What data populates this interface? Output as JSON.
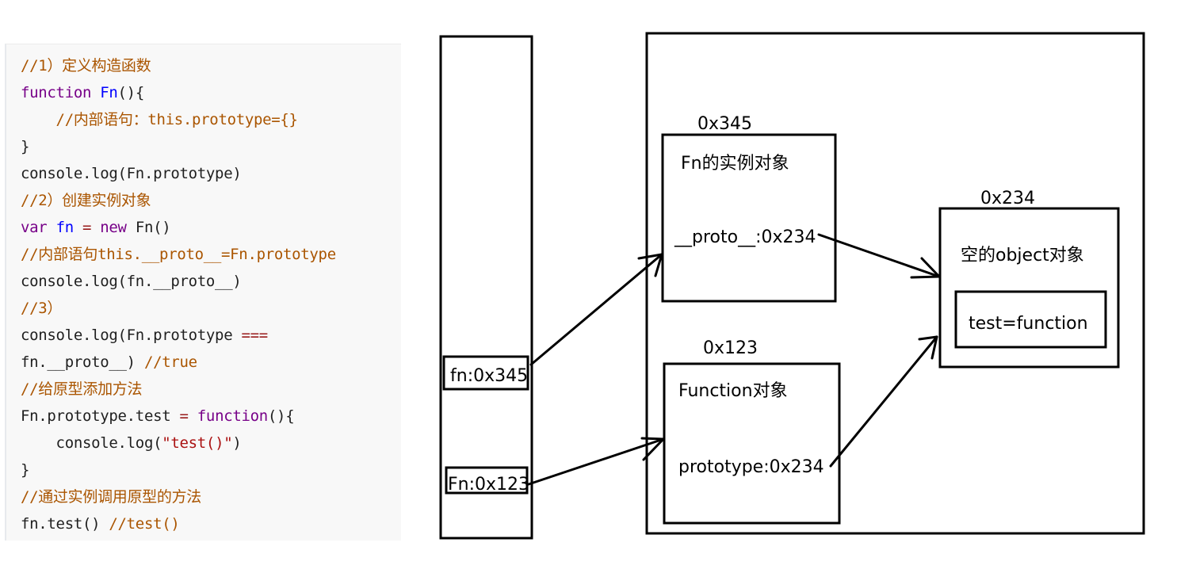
{
  "code": {
    "lines": [
      [
        {
          "t": "//1）定义构造函数",
          "c": "comment"
        }
      ],
      [
        {
          "t": "function",
          "c": "keyword"
        },
        {
          "t": " ",
          "c": "plain"
        },
        {
          "t": "Fn",
          "c": "def"
        },
        {
          "t": "(){",
          "c": "plain"
        }
      ],
      [
        {
          "t": "    //内部语句：this.prototype={}",
          "c": "comment"
        }
      ],
      [
        {
          "t": "}",
          "c": "plain"
        }
      ],
      [
        {
          "t": "console.log(Fn.prototype)",
          "c": "plain"
        }
      ],
      [
        {
          "t": "//2）创建实例对象",
          "c": "comment"
        }
      ],
      [
        {
          "t": "var",
          "c": "keyword"
        },
        {
          "t": " ",
          "c": "plain"
        },
        {
          "t": "fn",
          "c": "def"
        },
        {
          "t": " ",
          "c": "plain"
        },
        {
          "t": "=",
          "c": "op"
        },
        {
          "t": " ",
          "c": "plain"
        },
        {
          "t": "new",
          "c": "keyword"
        },
        {
          "t": " Fn()",
          "c": "plain"
        }
      ],
      [
        {
          "t": "//内部语句this.__proto__=Fn.prototype",
          "c": "comment"
        }
      ],
      [
        {
          "t": "console.log(fn.__proto__)",
          "c": "plain"
        }
      ],
      [
        {
          "t": "//3）",
          "c": "comment"
        }
      ],
      [
        {
          "t": "console.log(Fn.prototype ",
          "c": "plain"
        },
        {
          "t": "===",
          "c": "op"
        }
      ],
      [
        {
          "t": "fn.__proto__) ",
          "c": "plain"
        },
        {
          "t": "//true",
          "c": "comment"
        }
      ],
      [
        {
          "t": "//给原型添加方法",
          "c": "comment"
        }
      ],
      [
        {
          "t": "Fn.prototype.test ",
          "c": "plain"
        },
        {
          "t": "=",
          "c": "op"
        },
        {
          "t": " ",
          "c": "plain"
        },
        {
          "t": "function",
          "c": "keyword"
        },
        {
          "t": "(){",
          "c": "plain"
        }
      ],
      [
        {
          "t": "    console.log(",
          "c": "plain"
        },
        {
          "t": "\"test()\"",
          "c": "string"
        },
        {
          "t": ")",
          "c": "plain"
        }
      ],
      [
        {
          "t": "}",
          "c": "plain"
        }
      ],
      [
        {
          "t": "//通过实例调用原型的方法",
          "c": "comment"
        }
      ],
      [
        {
          "t": "fn.test() ",
          "c": "plain"
        },
        {
          "t": "//test()",
          "c": "comment"
        }
      ]
    ]
  },
  "diagram": {
    "stack": {
      "variables": [
        {
          "label": "fn:0x345"
        },
        {
          "label": "Fn:0x123"
        }
      ]
    },
    "heap": {
      "instance_object": {
        "address": "0x345",
        "title": "Fn的实例对象",
        "property": "__proto__:0x234"
      },
      "function_object": {
        "address": "0x123",
        "title": "Function对象",
        "property": "prototype:0x234"
      },
      "prototype_object": {
        "address": "0x234",
        "title": "空的object对象",
        "member": "test=function"
      }
    },
    "arrows": [
      {
        "from": "fn:0x345",
        "to": "Fn的实例对象"
      },
      {
        "from": "Fn:0x123",
        "to": "Function对象"
      },
      {
        "from": "__proto__:0x234",
        "to": "空的object对象"
      },
      {
        "from": "prototype:0x234",
        "to": "空的object对象"
      }
    ]
  }
}
